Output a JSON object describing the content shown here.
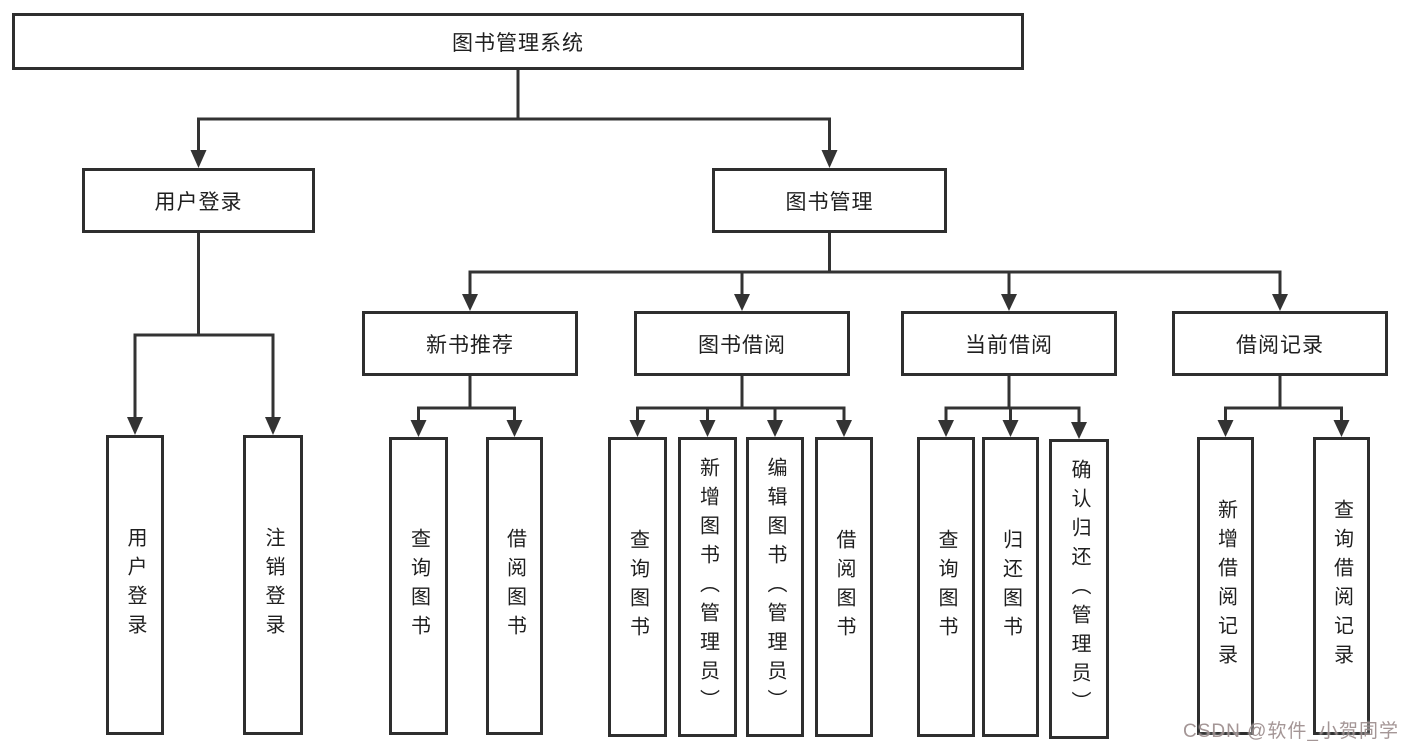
{
  "tree": {
    "label": "图书管理系统",
    "children": [
      {
        "label": "用户登录",
        "children": [
          {
            "label": "用户登录"
          },
          {
            "label": "注销登录"
          }
        ]
      },
      {
        "label": "图书管理",
        "children": [
          {
            "label": "新书推荐",
            "children": [
              {
                "label": "查询图书"
              },
              {
                "label": "借阅图书"
              }
            ]
          },
          {
            "label": "图书借阅",
            "children": [
              {
                "label": "查询图书"
              },
              {
                "label": "新增图书（管理员）"
              },
              {
                "label": "编辑图书（管理员）"
              },
              {
                "label": "借阅图书"
              }
            ]
          },
          {
            "label": "当前借阅",
            "children": [
              {
                "label": "查询图书"
              },
              {
                "label": "归还图书"
              },
              {
                "label": "确认归还（管理员）"
              }
            ]
          },
          {
            "label": "借阅记录",
            "children": [
              {
                "label": "新增借阅记录"
              },
              {
                "label": "查询借阅记录"
              }
            ]
          }
        ]
      }
    ]
  },
  "watermark": {
    "text": "CSDN @软件_小贺同学"
  },
  "colors": {
    "line": "#333333",
    "box_border": "#2e2e2e",
    "text": "#1f1f1f",
    "watermark": "#948484",
    "background": "#ffffff"
  }
}
